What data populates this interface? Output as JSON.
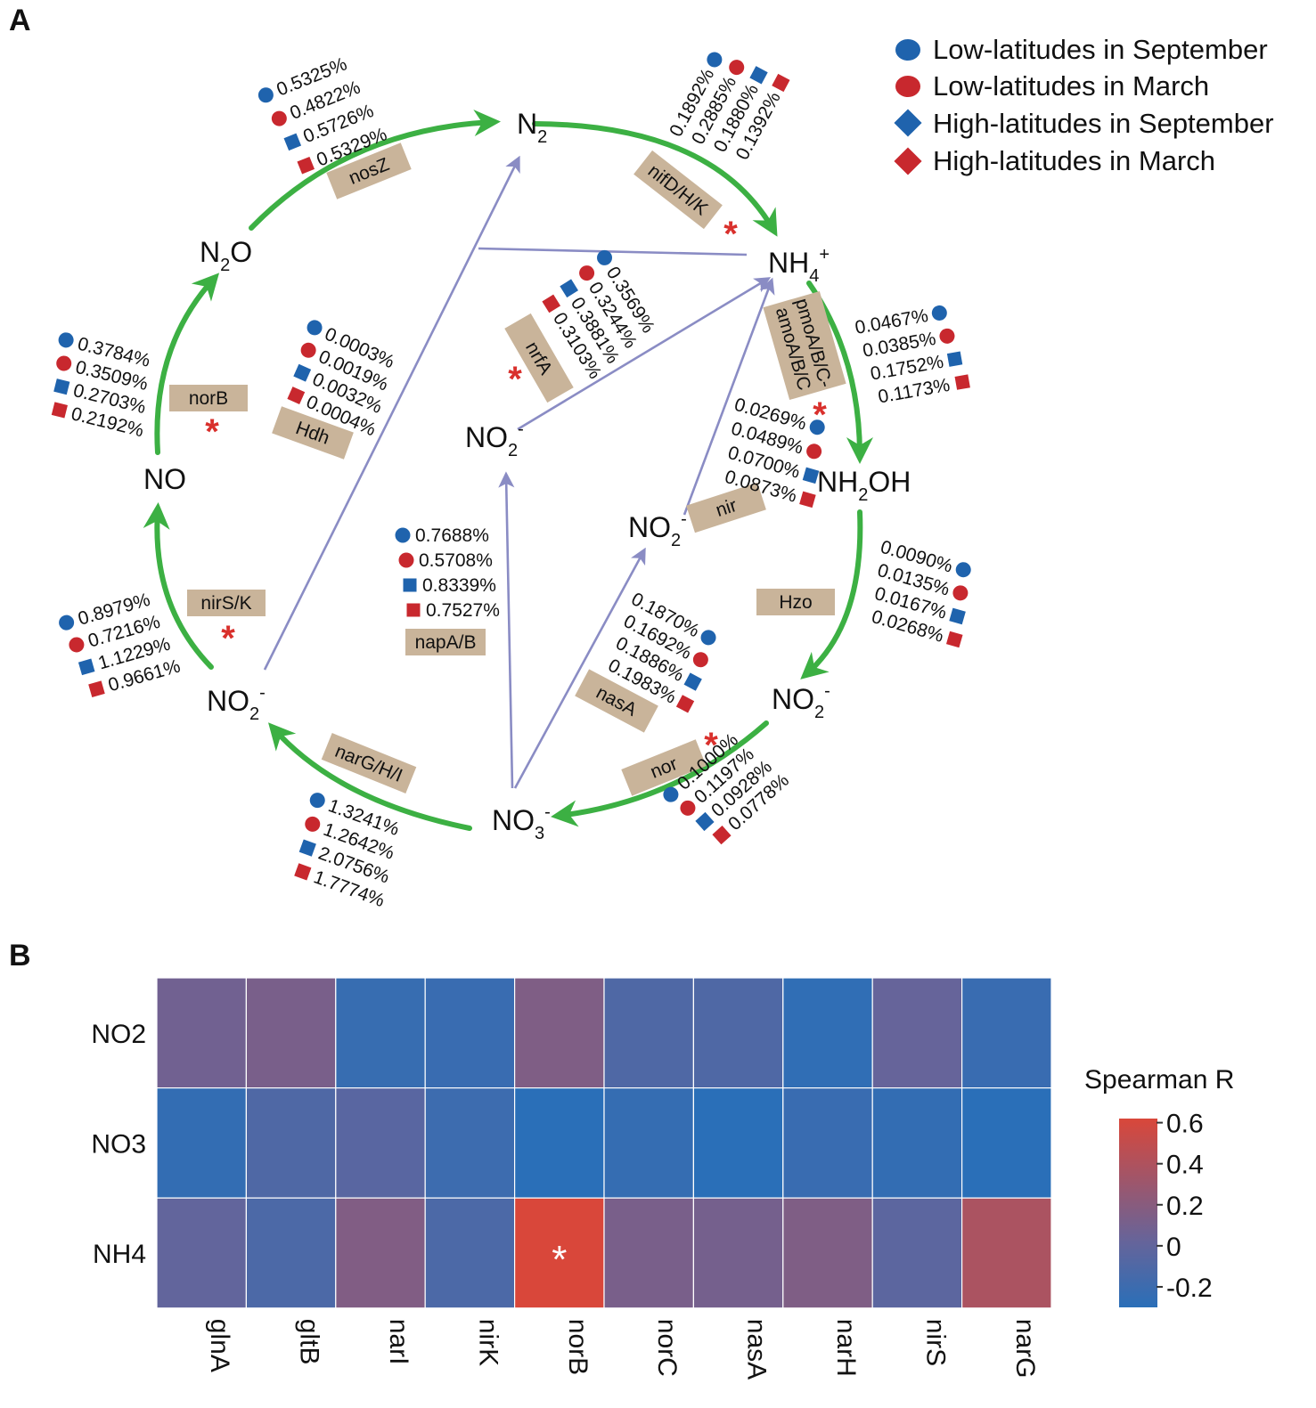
{
  "panels": {
    "a": "A",
    "b": "B"
  },
  "legend": [
    {
      "label": "Low-latitudes in September",
      "shape": "circle",
      "color": "#1f63ad"
    },
    {
      "label": "Low-latitudes in March",
      "shape": "circle",
      "color": "#c8282e"
    },
    {
      "label": "High-latitudes in September",
      "shape": "diamond",
      "color": "#1f63ad"
    },
    {
      "label": "High-latitudes in March",
      "shape": "diamond",
      "color": "#c8282e"
    }
  ],
  "colors": {
    "cycle_arrow": "#3cb043",
    "inner_arrow": "#8a8cc4",
    "gene_box": "#c9b49a",
    "star": "#d9302c",
    "blue": "#1f63ad",
    "red": "#c8282e"
  },
  "nodes": {
    "n2": {
      "base": "N",
      "sub": "2",
      "sup": ""
    },
    "nh4": {
      "base": "NH",
      "sub": "4",
      "sup": "+"
    },
    "nh2oh": {
      "base": "NH",
      "sub": "2",
      "rest": "OH"
    },
    "no2_right": {
      "base": "NO",
      "sub": "2",
      "sup": "-"
    },
    "no3": {
      "base": "NO",
      "sub": "3",
      "sup": "-"
    },
    "no2_left": {
      "base": "NO",
      "sub": "2",
      "sup": "-"
    },
    "no": {
      "base": "NO"
    },
    "n2o": {
      "base": "N",
      "sub": "2",
      "rest": "O"
    },
    "no2_center": {
      "base": "NO",
      "sub": "2",
      "sup": "-"
    },
    "no2_inner": {
      "base": "NO",
      "sub": "2",
      "sup": "-"
    }
  },
  "genes": [
    {
      "id": "nosZ",
      "label": "nosZ",
      "values": [
        "0.5325%",
        "0.4822%",
        "0.5726%",
        "0.5329%"
      ],
      "star": false
    },
    {
      "id": "nifDHK",
      "label": "nifD/H/K",
      "values": [
        "0.1892%",
        "0.2885%",
        "0.1880%",
        "0.1392%"
      ],
      "star": true
    },
    {
      "id": "pmoA",
      "label": "pmoA/B/C-",
      "label2": "amoA/B/C",
      "values": [
        "0.0467%",
        "0.0385%",
        "0.1752%",
        "0.1173%"
      ],
      "star": true
    },
    {
      "id": "hzo",
      "label": "Hzo",
      "values": [
        "0.0090%",
        "0.0135%",
        "0.0167%",
        "0.0268%"
      ],
      "star": false
    },
    {
      "id": "nor",
      "label": "nor",
      "values": [
        "0.1000%",
        "0.1197%",
        "0.0928%",
        "0.0778%"
      ],
      "star": true
    },
    {
      "id": "narGHI",
      "label": "narG/H/I",
      "values": [
        "1.3241%",
        "1.2642%",
        "2.0756%",
        "1.7774%"
      ],
      "star": false
    },
    {
      "id": "nirSK",
      "label": "nirS/K",
      "values": [
        "0.8979%",
        "0.7216%",
        "1.1229%",
        "0.9661%"
      ],
      "star": true
    },
    {
      "id": "norB",
      "label": "norB",
      "values": [
        "0.3784%",
        "0.3509%",
        "0.2703%",
        "0.2192%"
      ],
      "star": true
    },
    {
      "id": "hdh",
      "label": "Hdh",
      "values": [
        "0.0003%",
        "0.0019%",
        "0.0032%",
        "0.0004%"
      ],
      "star": false
    },
    {
      "id": "nrfA",
      "label": "nrfA",
      "values": [
        "0.3569%",
        "0.3244%",
        "0.3881%",
        "0.3103%"
      ],
      "star": true
    },
    {
      "id": "napAB",
      "label": "napA/B",
      "values": [
        "0.7688%",
        "0.5708%",
        "0.8339%",
        "0.7527%"
      ],
      "star": false
    },
    {
      "id": "nasA",
      "label": "nasA",
      "values": [
        "0.1870%",
        "0.1692%",
        "0.1886%",
        "0.1983%"
      ],
      "star": false
    },
    {
      "id": "nir",
      "label": "nir",
      "values": [
        "0.0269%",
        "0.0489%",
        "0.0700%",
        "0.0873%"
      ],
      "star": false
    }
  ],
  "chart_data": {
    "type": "heatmap",
    "rows": [
      "NO2",
      "NO3",
      "NH4"
    ],
    "columns": [
      "glnA",
      "gltB",
      "narI",
      "nirK",
      "norB",
      "norC",
      "nasA",
      "narH",
      "nirS",
      "narG"
    ],
    "values": [
      [
        0.08,
        0.12,
        -0.23,
        -0.22,
        0.15,
        -0.1,
        -0.1,
        -0.27,
        0.02,
        -0.22
      ],
      [
        -0.25,
        -0.1,
        -0.05,
        -0.2,
        -0.3,
        -0.24,
        -0.3,
        -0.22,
        -0.25,
        -0.3
      ],
      [
        0.0,
        -0.12,
        0.16,
        -0.12,
        0.62,
        0.12,
        0.1,
        0.15,
        -0.03,
        0.38
      ]
    ],
    "significant": [
      [
        2,
        4
      ]
    ],
    "significance_mark": "*",
    "colorbar": {
      "title": "Spearman R",
      "ticks": [
        "0.6",
        "0.4",
        "0.2",
        "0",
        "-0.2"
      ],
      "tick_values": [
        0.6,
        0.4,
        0.2,
        0,
        -0.2
      ],
      "range": [
        -0.3,
        0.62
      ],
      "low_color": "#2a6fb8",
      "mid_color": "#66649a",
      "high_color": "#d9473a"
    }
  }
}
